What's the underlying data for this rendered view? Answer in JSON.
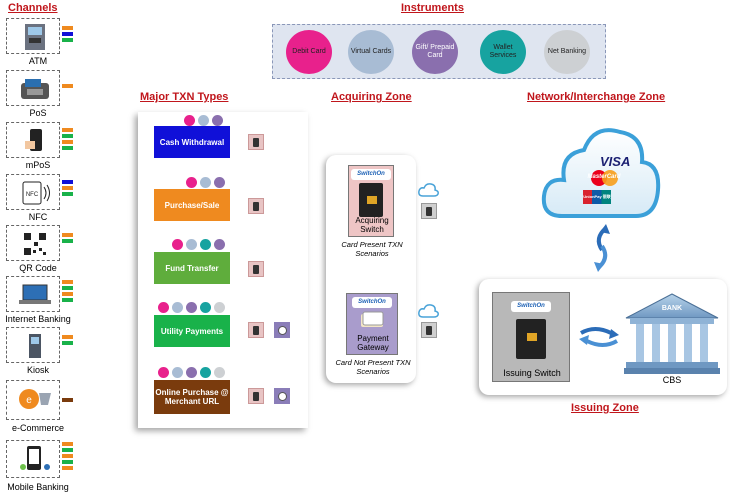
{
  "sections": {
    "channels": "Channels",
    "instruments": "Instruments",
    "txn_types": "Major TXN Types",
    "acquiring": "Acquiring Zone",
    "network": "Network/Interchange Zone",
    "issuing": "Issuing Zone"
  },
  "channels": [
    "ATM",
    "PoS",
    "mPoS",
    "NFC",
    "QR Code",
    "Internet Banking",
    "Kiosk",
    "e-Commerce",
    "Mobile Banking"
  ],
  "instruments": [
    {
      "label": "Debit Card",
      "color": "#e8218c"
    },
    {
      "label": "Virtual Cards",
      "color": "#a8bcd4"
    },
    {
      "label": "Gift/ Prepaid Card",
      "color": "#8a6fae"
    },
    {
      "label": "Wallet Services",
      "color": "#17a3a0"
    },
    {
      "label": "Net Banking",
      "color": "#cdd0d3"
    }
  ],
  "txn_types": [
    {
      "label": "Cash Withdrawal",
      "color": "#1010d8"
    },
    {
      "label": "Purchase/Sale",
      "color": "#ef8a1f"
    },
    {
      "label": "Fund Transfer",
      "color": "#5fad3c"
    },
    {
      "label": "Utility Payments",
      "color": "#19b24a"
    },
    {
      "label": "Online Purchase @ Merchant URL",
      "color": "#7a3b0d"
    }
  ],
  "acquiring": {
    "brand": "SwitchOn",
    "switch_label": "Acquiring Switch",
    "switch_caption": "Card Present TXN Scenarios",
    "gateway_label": "Payment Gateway",
    "gateway_caption": "Card Not Present TXN Scenarios"
  },
  "network": {
    "visa": "VISA",
    "mastercard": "MasterCard",
    "unionpay": "UnionPay 银联"
  },
  "issuing": {
    "brand": "SwitchOn",
    "switch_label": "Issuing Switch",
    "bank_sign": "BANK",
    "cbs_label": "CBS"
  }
}
